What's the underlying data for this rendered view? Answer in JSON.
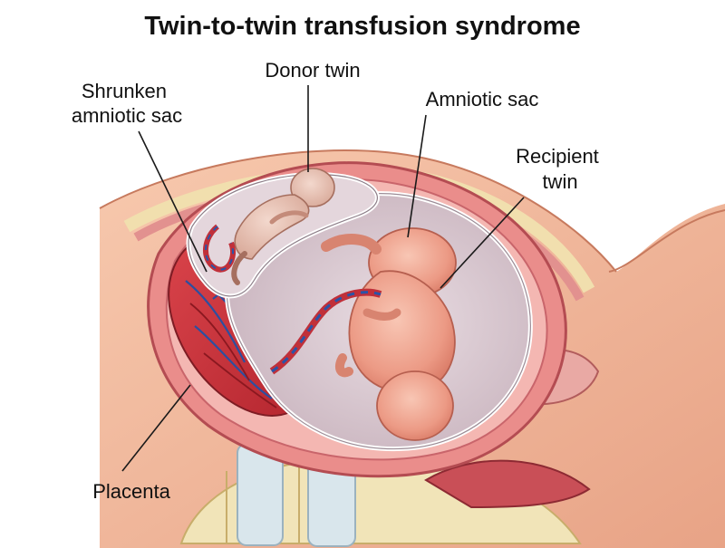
{
  "title": "Twin-to-twin transfusion syndrome",
  "labels": {
    "shrunken_sac_line1": "Shrunken",
    "shrunken_sac_line2": "amniotic sac",
    "donor_twin": "Donor twin",
    "amniotic_sac": "Amniotic sac",
    "recipient_twin_line1": "Recipient",
    "recipient_twin_line2": "twin",
    "placenta": "Placenta"
  }
}
